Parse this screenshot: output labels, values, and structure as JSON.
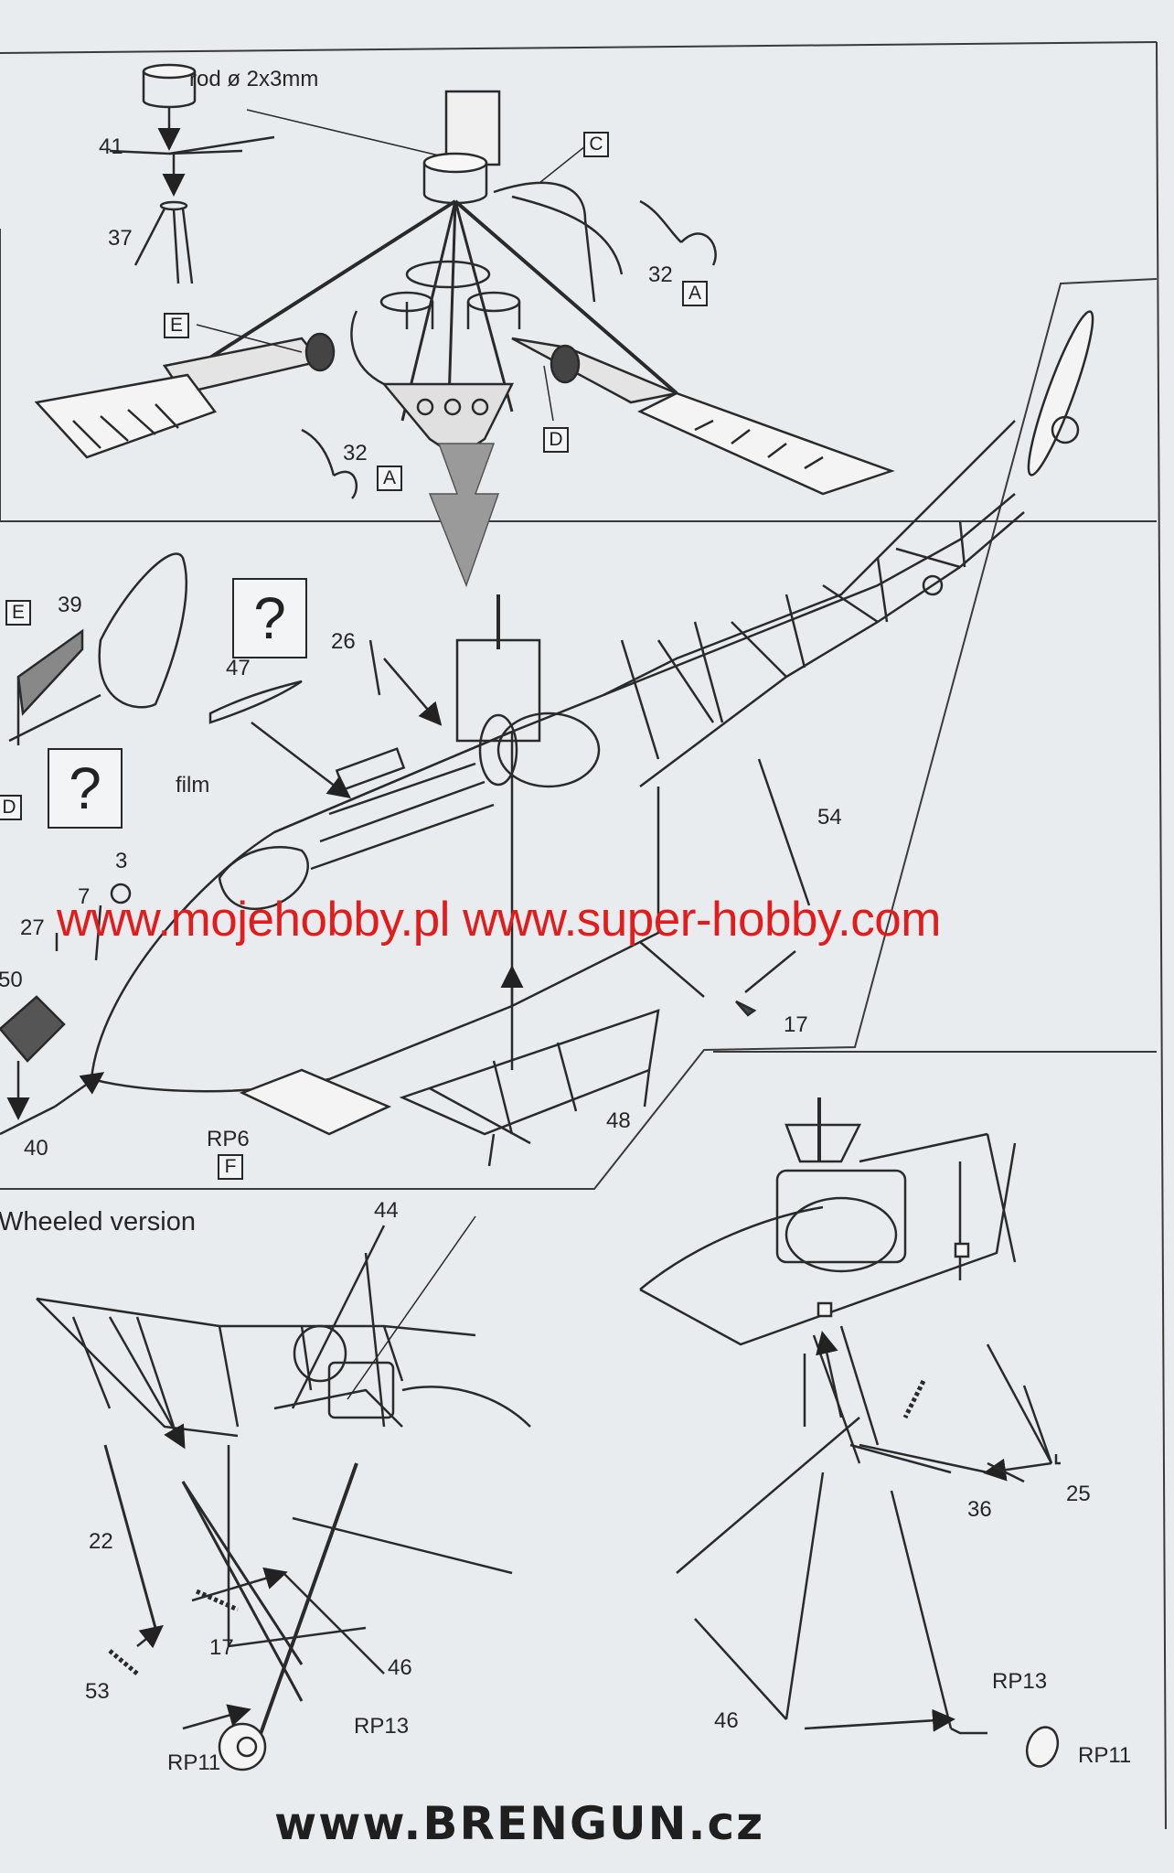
{
  "labels": {
    "rod": "rod ø 2x3mm",
    "n41": "41",
    "n37": "37",
    "n32a": "32",
    "n32b": "32",
    "n39": "39",
    "n47": "47",
    "n26": "26",
    "film": "film",
    "n3": "3",
    "n7": "7",
    "n27": "27",
    "n50": "50",
    "n40": "40",
    "rp6": "RP6",
    "n54": "54",
    "n17a": "17",
    "n48": "48",
    "n44": "44",
    "n22": "22",
    "n17b": "17",
    "n53": "53",
    "n46a": "46",
    "rp13a": "RP13",
    "rp11a": "RP11",
    "n36": "36",
    "n25": "25",
    "rp13b": "RP13",
    "n46b": "46",
    "rp11b": "RP11"
  },
  "boxes": {
    "C": "C",
    "A1": "A",
    "E1": "E",
    "D1": "D",
    "A2": "A",
    "E2": "E",
    "D2": "D",
    "F": "F"
  },
  "question_mark": "?",
  "watermark": "www.mojehobby.pl www.super-hobby.com",
  "wheeled_heading": "Wheeled version",
  "footer": "www.BRENGUN.cz"
}
